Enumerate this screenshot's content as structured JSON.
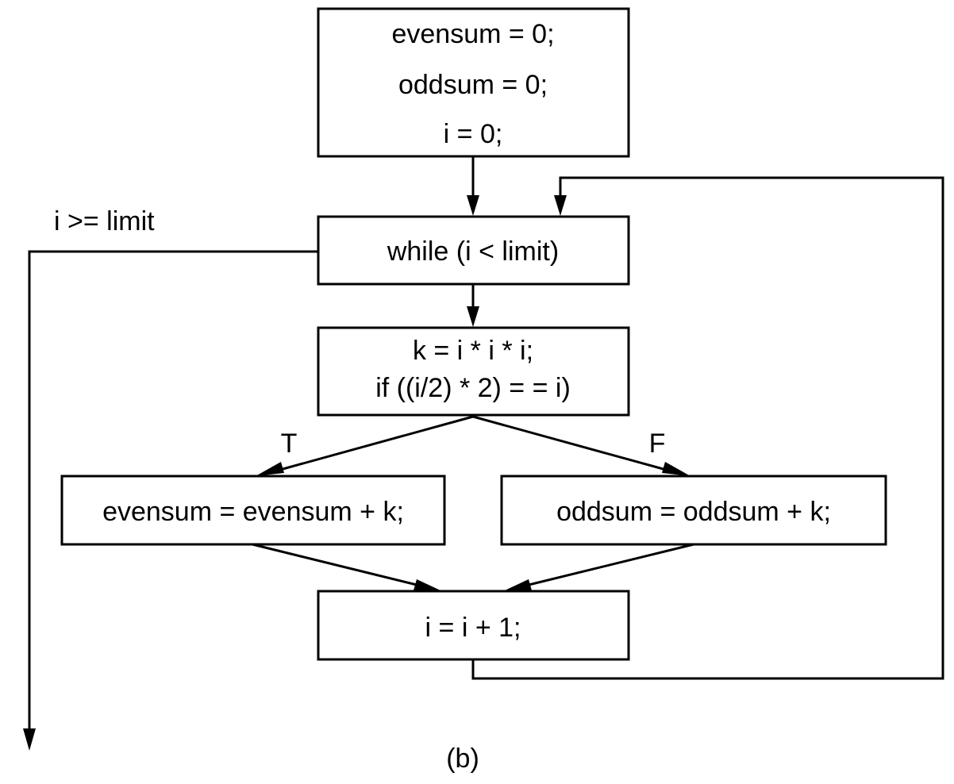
{
  "diagram": {
    "nodes": {
      "init": {
        "lines": [
          "evensum = 0;",
          "oddsum = 0;",
          "i = 0;"
        ]
      },
      "loop": {
        "lines": [
          "while (i < limit)"
        ]
      },
      "test": {
        "lines": [
          "k = i * i * i;",
          "if ((i/2) * 2) = = i)"
        ]
      },
      "even": {
        "lines": [
          "evensum = evensum + k;"
        ]
      },
      "odd": {
        "lines": [
          "oddsum = oddsum + k;"
        ]
      },
      "incr": {
        "lines": [
          "i = i + 1;"
        ]
      }
    },
    "edges": [
      {
        "from": "init",
        "to": "loop",
        "label": ""
      },
      {
        "from": "loop",
        "to": "test",
        "label": ""
      },
      {
        "from": "test",
        "to": "even",
        "label": "T"
      },
      {
        "from": "test",
        "to": "odd",
        "label": "F"
      },
      {
        "from": "even",
        "to": "incr",
        "label": ""
      },
      {
        "from": "odd",
        "to": "incr",
        "label": ""
      },
      {
        "from": "incr",
        "to": "loop",
        "label": ""
      },
      {
        "from": "loop",
        "to": "exit",
        "label": "i >= limit"
      }
    ],
    "caption": "(b)"
  }
}
